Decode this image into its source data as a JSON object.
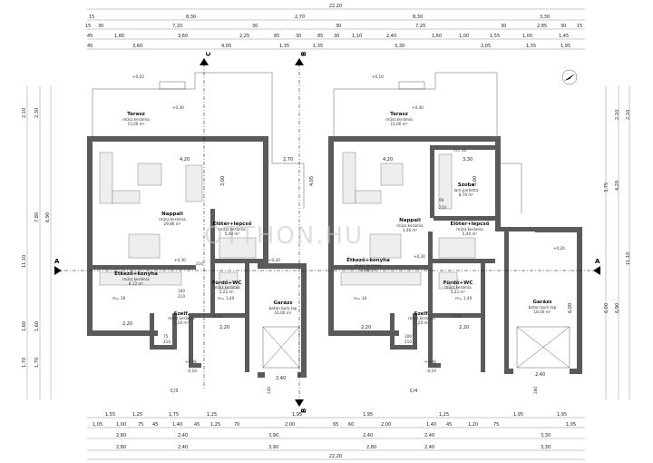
{
  "overall": {
    "top": "22,20",
    "bottom": "22,20"
  },
  "top_dims": {
    "row1": [
      "15",
      "8,30",
      "2,70",
      "8,30",
      "3,30"
    ],
    "row2": [
      "15",
      "30",
      "7,20",
      "30",
      "30",
      "7,20",
      "30",
      "2,85",
      "30",
      "15"
    ],
    "row3": [
      "45",
      "1,80",
      "3,60",
      "2,25",
      "85",
      "30",
      "85",
      "30",
      "1,10",
      "2,40",
      "1,60",
      "1,00",
      "1,55",
      "1,00",
      "1,45"
    ],
    "row4": [
      "45",
      "3,60",
      "4,05",
      "1,35",
      "1,35",
      "3,30",
      "2,05",
      "1,35",
      "1,95"
    ]
  },
  "bottom_dims": {
    "row1": [
      "1,55",
      "1,25",
      "1,75",
      "1,25",
      "1,95",
      "1,95",
      "1,25",
      "1,95",
      "1,95"
    ],
    "row2": [
      "1,05",
      "1,00",
      "75",
      "45",
      "1,40",
      "45",
      "1,25",
      "70",
      "2,00",
      "65",
      "60",
      "2,00",
      "1,40",
      "45",
      "1,20",
      "75",
      "1,05"
    ],
    "row3": [
      "2,80",
      "2,40",
      "3,90",
      "2,40",
      "2,40",
      "3,30"
    ],
    "row4": [
      "2,80",
      "2,40",
      "3,90",
      "2,80",
      "2,40",
      "3,30"
    ]
  },
  "left_dims": [
    "2,10",
    "2,30",
    "7,80",
    "6,90",
    "11,10",
    "1,60",
    "1,60",
    "1,70",
    "1,70"
  ],
  "right_dims": [
    "2,10",
    "3,75",
    "4,20",
    "2,10",
    "11,10",
    "6,00",
    "6,90"
  ],
  "inner_dims": [
    "4,20",
    "2,70",
    "3,00",
    "4,05",
    "3,30",
    "3,00",
    "2,20",
    "2,20",
    "2,20",
    "2,20",
    "2,40",
    "2,40",
    "4,20",
    "6,00"
  ],
  "level_marks": [
    "+0,10",
    "+0,30",
    "+0,30",
    "+0,20",
    "-0,20",
    "-0,19",
    "+0,28",
    "+0,10",
    "+0,30",
    "+0,30",
    "-0,20",
    "+0,20",
    "-0,19",
    "+0,28"
  ],
  "section_marks": {
    "A": "A",
    "B": "B",
    "C": "C"
  },
  "labels_bottom": [
    "C/3",
    "C/4"
  ],
  "watermark": "OTTHON.HU",
  "left_unit": {
    "rooms": [
      {
        "name": "Terasz",
        "sub1": "műsz.kerámia",
        "sub2": "15,00 m²"
      },
      {
        "name": "Nappali",
        "sub1": "műsz.kerámia",
        "sub2": "29,86 m²"
      },
      {
        "name": "Étkező+konyha",
        "sub1": "műsz.kerámia",
        "sub2": "8,12 m²"
      },
      {
        "name": "Előtér+lépcső",
        "sub1": "műsz.kerámia",
        "sub2": "5,40 m²"
      },
      {
        "name": "Fürdő+WC",
        "sub1": "műsz.kerámia",
        "sub2": "5,22 m²"
      },
      {
        "name": "Szélf.",
        "sub1": "műsz.kerámia",
        "sub2": "2,20 m²"
      },
      {
        "name": "Garázs",
        "sub1": "beton burk.lap",
        "sub2": "16,00 m²"
      }
    ]
  },
  "right_unit": {
    "rooms": [
      {
        "name": "Terasz",
        "sub1": "műsz.kerámia",
        "sub2": "15,00 m²"
      },
      {
        "name": "Szoba",
        "sub1": "lam.parketta",
        "sub2": "8,70 m²"
      },
      {
        "name": "Nappali",
        "sub1": "műsz.kerámia",
        "sub2": "3,36 m²"
      },
      {
        "name": "Étkező+konyha",
        "sub1": "műsz.kerámia",
        "sub2": "5,06 m²"
      },
      {
        "name": "Előtér+lépcső",
        "sub1": "műsz.kerámia",
        "sub2": "5,40 m²"
      },
      {
        "name": "Fürdő+WC",
        "sub1": "műsz.kerámia",
        "sub2": "5,22 m²"
      },
      {
        "name": "Szélf.",
        "sub1": "műsz.kerámia",
        "sub2": "2,20 m²"
      },
      {
        "name": "Garázs",
        "sub1": "beton burk.lap",
        "sub2": "18,00 m²"
      }
    ]
  },
  "door_tags": [
    "210",
    "100",
    "210",
    "90",
    "210",
    "75",
    "210",
    "100",
    "210"
  ],
  "misc": {
    "m30": "m= 30",
    "m140": "m= 1,40",
    "h240": "240",
    "h280": "280"
  }
}
